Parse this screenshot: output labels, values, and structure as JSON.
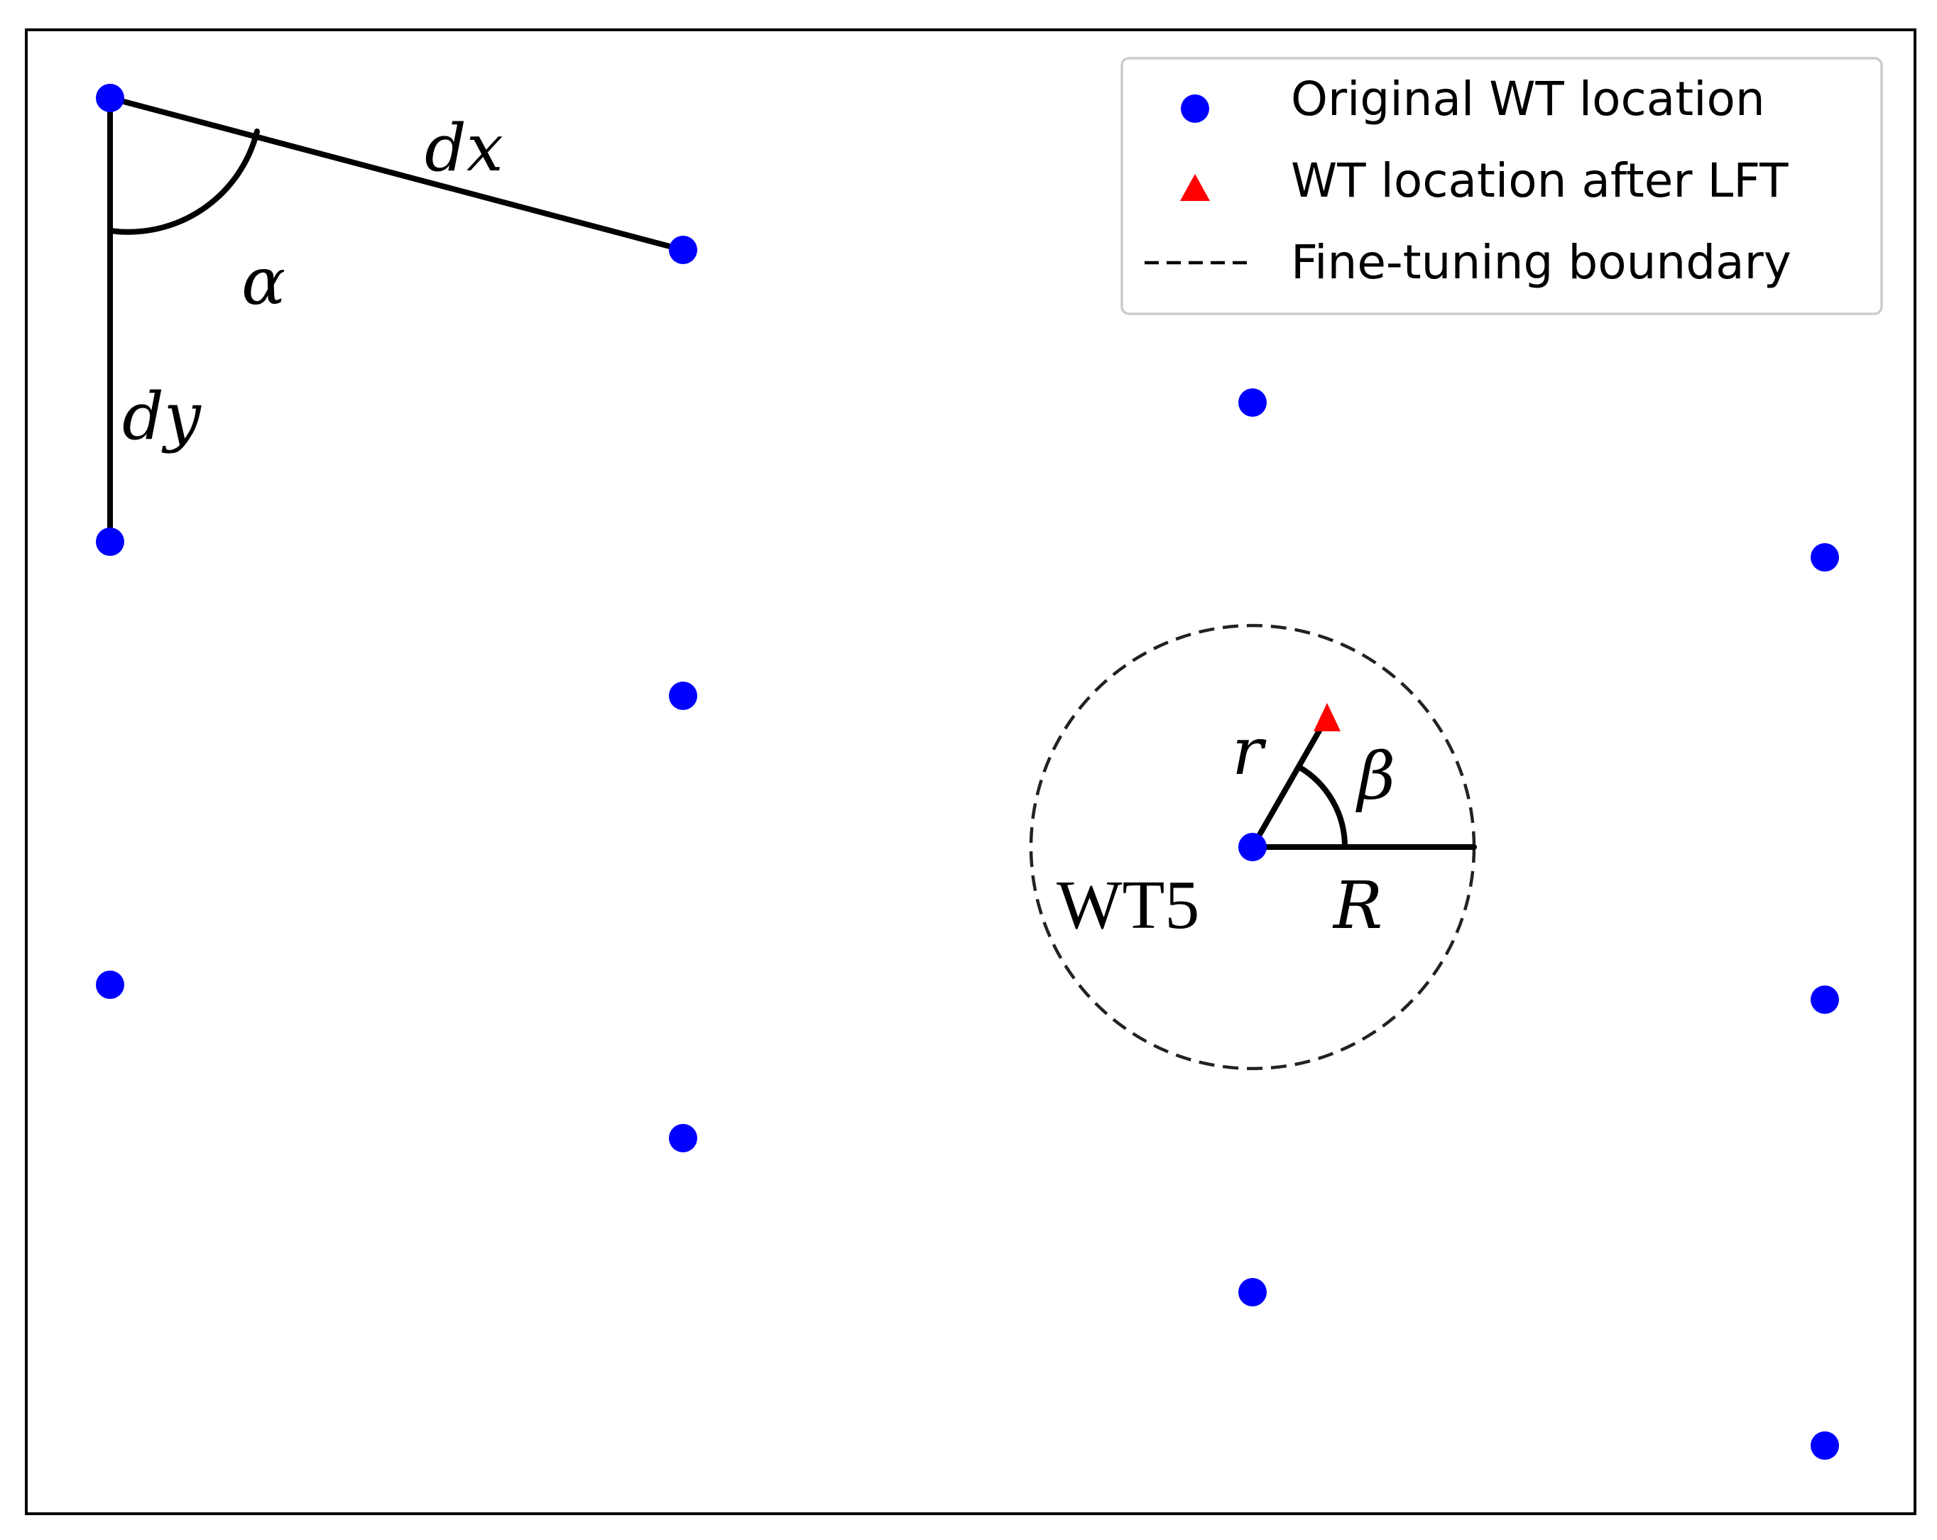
{
  "diagram": {
    "turbine_label": "WT5",
    "symbols": {
      "dx": "dx",
      "dy": "dy",
      "alpha": "α",
      "beta": "β",
      "r": "r",
      "R": "R"
    }
  },
  "legend": {
    "items": [
      {
        "label": "Original WT location",
        "marker": "circle",
        "color": "#0000ff"
      },
      {
        "label": "WT location after LFT",
        "marker": "triangle",
        "color": "#ff0000"
      },
      {
        "label": "Fine-tuning boundary",
        "marker": "dashed-line",
        "color": "#000000"
      }
    ]
  },
  "colors": {
    "original_wt": "#0000ff",
    "moved_wt": "#ff0000",
    "geometry": "#000000"
  }
}
